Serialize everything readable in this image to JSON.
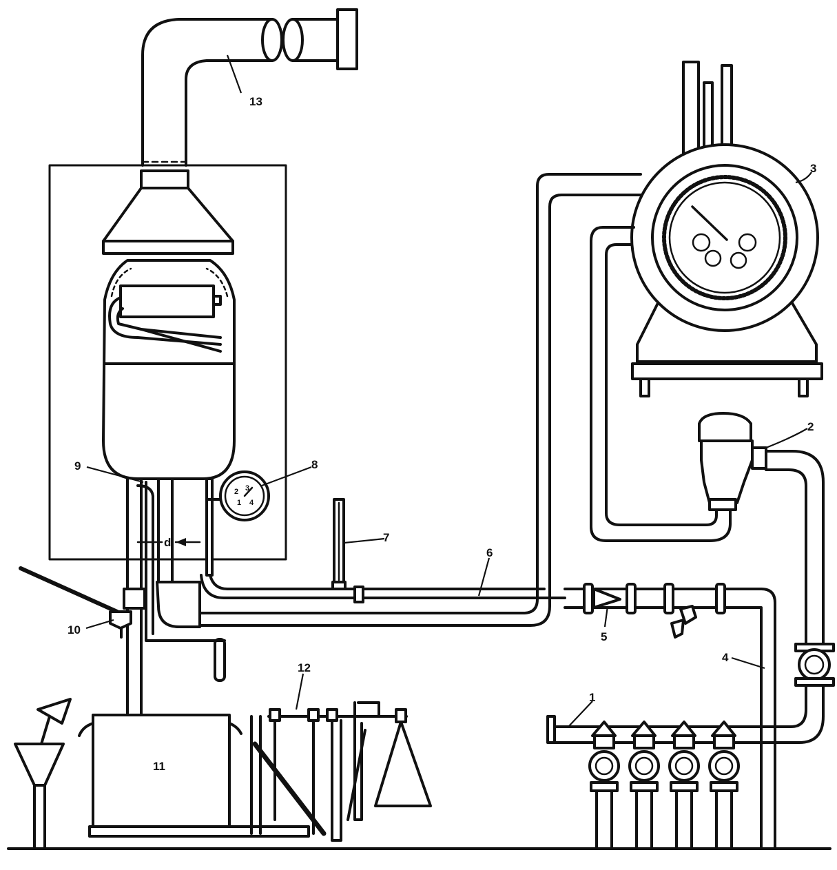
{
  "labels": {
    "l1": "1",
    "l2": "2",
    "l3": "3",
    "l4": "4",
    "l5": "5",
    "l6": "6",
    "l7": "7",
    "l8": "8",
    "l9": "9",
    "l10": "10",
    "l11": "11",
    "l12": "12",
    "l13": "13",
    "ld": "d"
  }
}
